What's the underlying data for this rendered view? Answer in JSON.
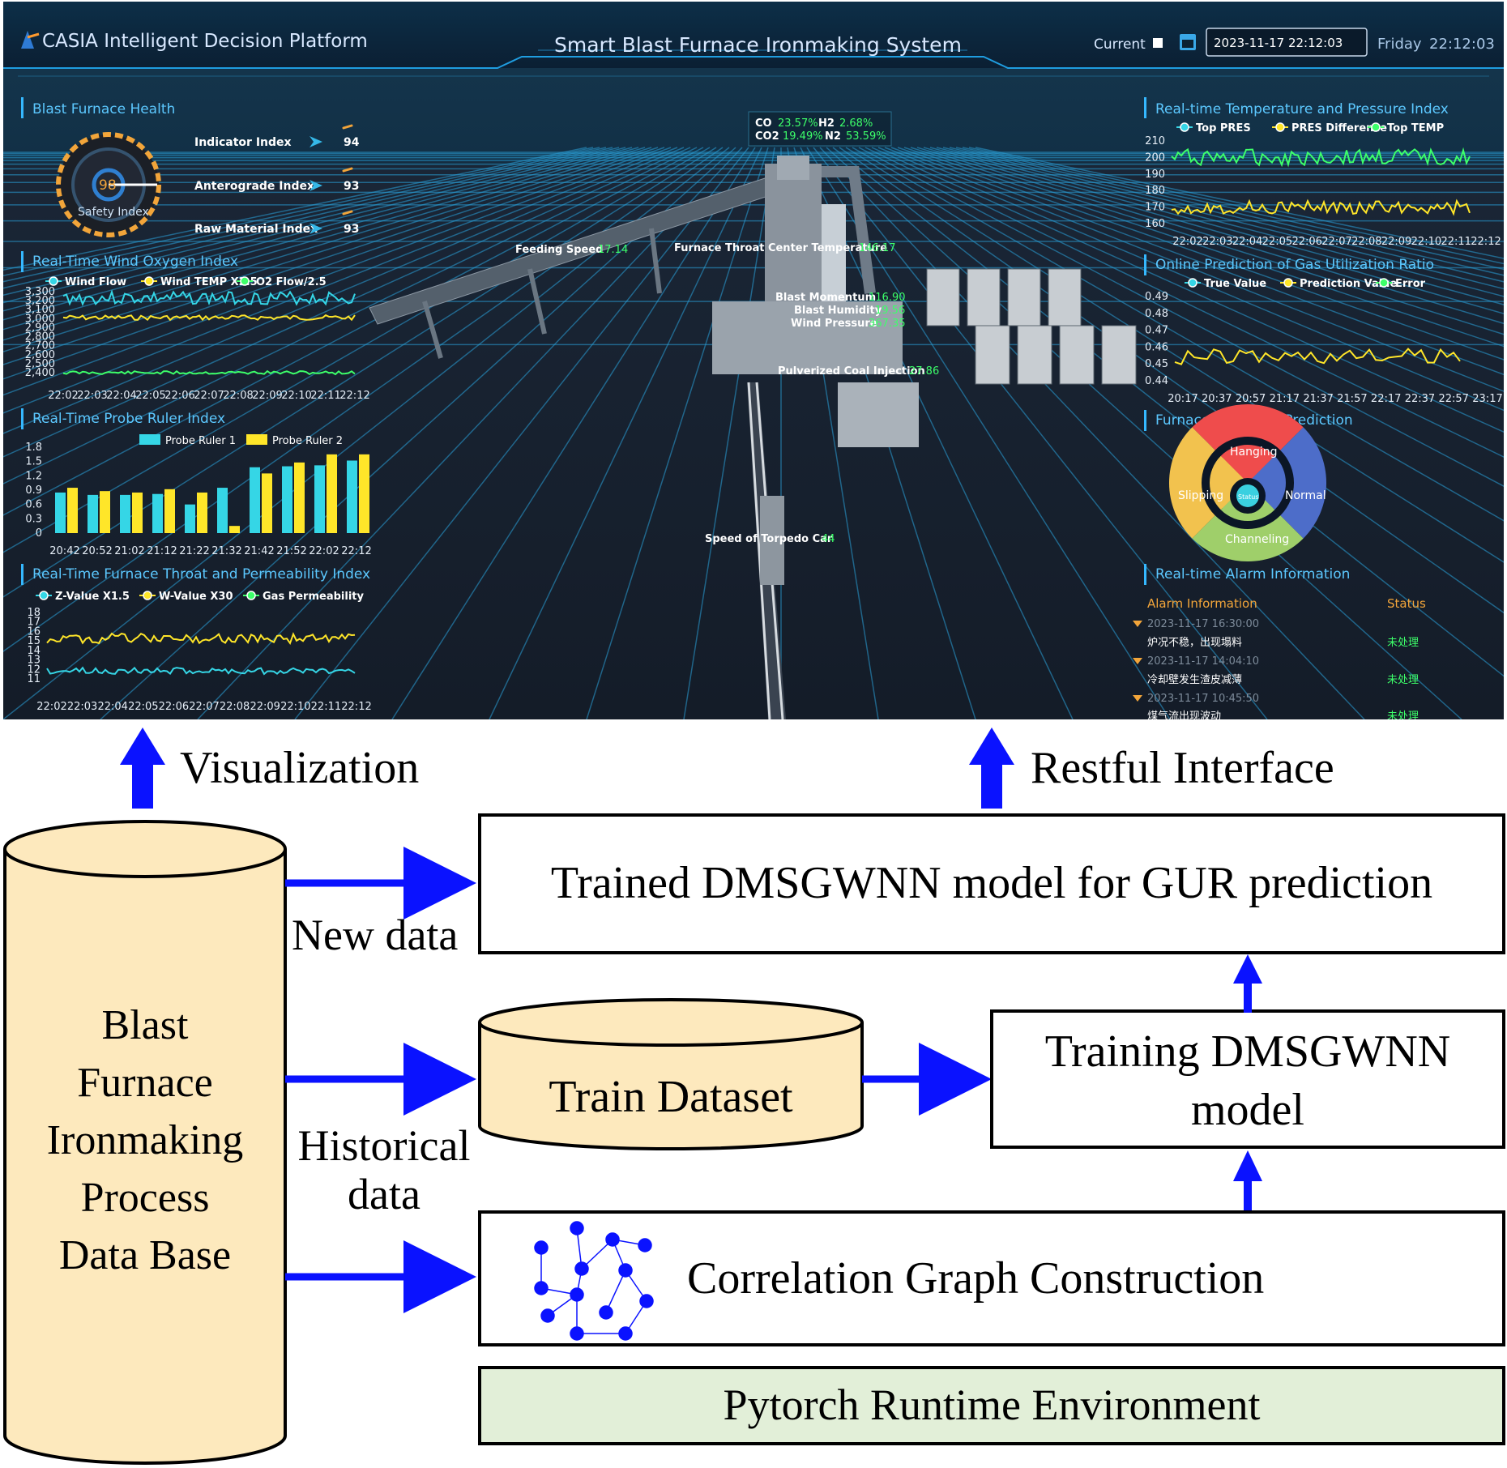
{
  "colors": {
    "dashboard_bg": "#0b1626",
    "panel_title": "#5cc8ff",
    "green": "#3dff6a",
    "yellow": "#ffe629",
    "cyan": "#35d6e6",
    "arrow_blue": "#0a12ff",
    "db_fill": "#fde9bd",
    "env_fill": "#e2efd8"
  },
  "dashboard": {
    "platform_title": "CASIA Intelligent Decision Platform",
    "system_title": "Smart Blast Furnace Ironmaking System",
    "current_label": "Current",
    "datetime_value": "2023-11-17 22:12:03",
    "weekday": "Friday",
    "clock": "22:12:03",
    "health": {
      "title": "Blast Furnace Health",
      "gauge_value": "98",
      "gauge_label": "Safety Index",
      "indices": [
        {
          "label": "Indicator Index",
          "value": "94"
        },
        {
          "label": "Anterograde Index",
          "value": "93"
        },
        {
          "label": "Raw Material Index",
          "value": "93"
        }
      ]
    },
    "wind": {
      "title": "Real-Time Wind Oxygen Index",
      "legend": [
        "Wind Flow",
        "Wind TEMP X2.5",
        "O2 Flow/2.5"
      ],
      "y_ticks": [
        "3,300",
        "3,200",
        "3,100",
        "3,000",
        "2,900",
        "2,800",
        "2,700",
        "2,600",
        "2,500",
        "2,400"
      ],
      "x_ticks": [
        "22:02",
        "22:03",
        "22:04",
        "22:05",
        "22:06",
        "22:07",
        "22:08",
        "22:09",
        "22:10",
        "22:11",
        "22:12"
      ]
    },
    "probe": {
      "title": "Real-Time Probe Ruler Index",
      "legend": [
        "Probe Ruler 1",
        "Probe Ruler 2"
      ],
      "y_ticks": [
        "1.8",
        "1.5",
        "1.2",
        "0.9",
        "0.6",
        "0.3",
        "0"
      ],
      "x_ticks": [
        "20:42",
        "20:52",
        "21:02",
        "21:12",
        "21:22",
        "21:32",
        "21:42",
        "21:52",
        "22:02",
        "22:12"
      ],
      "ruler1": [
        0.85,
        0.8,
        0.8,
        0.82,
        0.6,
        0.95,
        1.38,
        1.4,
        1.42,
        1.52
      ],
      "ruler2": [
        0.95,
        0.88,
        0.85,
        0.92,
        0.85,
        0.15,
        1.25,
        1.48,
        1.65,
        1.65
      ]
    },
    "throat": {
      "title": "Real-Time Furnace Throat and Permeability Index",
      "legend": [
        "Z-Value X1.5",
        "W-Value X30",
        "Gas Permeability"
      ],
      "y_ticks": [
        "18",
        "17",
        "16",
        "15",
        "14",
        "13",
        "12",
        "11"
      ],
      "x_ticks": [
        "22:02",
        "22:03",
        "22:04",
        "22:05",
        "22:06",
        "22:07",
        "22:08",
        "22:09",
        "22:10",
        "22:11",
        "22:12"
      ]
    },
    "gas": {
      "co_label": "CO",
      "co_value": "23.57%",
      "h2_label": "H2",
      "h2_value": "2.68%",
      "co2_label": "CO2",
      "co2_value": "19.49%",
      "n2_label": "N2",
      "n2_value": "53.59%"
    },
    "scene_labels": [
      {
        "label": "Feeding Speed",
        "value": "17.14"
      },
      {
        "label": "Furnace Throat Center Temperature",
        "value": "146.17"
      },
      {
        "label": "Blast Momentum",
        "value": "116.90"
      },
      {
        "label": "Blast Humidity",
        "value": "19.56"
      },
      {
        "label": "Wind Pressure",
        "value": "367.35"
      },
      {
        "label": "Pulverized Coal Injection",
        "value": "27.86"
      },
      {
        "label": "Speed of Torpedo Car",
        "value": "44"
      }
    ],
    "temp_pressure": {
      "title": "Real-time Temperature and Pressure Index",
      "legend": [
        "Top PRES",
        "PRES Difference",
        "Top TEMP"
      ],
      "y_ticks": [
        "210",
        "200",
        "190",
        "180",
        "170",
        "160"
      ],
      "x_ticks": [
        "22:02",
        "22:03",
        "22:04",
        "22:05",
        "22:06",
        "22:07",
        "22:08",
        "22:09",
        "22:10",
        "22:11",
        "22:12"
      ]
    },
    "gur": {
      "title": "Online Prediction of Gas Utilization Ratio",
      "legend": [
        "True Value",
        "Prediction Value",
        "Error"
      ],
      "y_ticks": [
        "0.49",
        "0.48",
        "0.47",
        "0.46",
        "0.45",
        "0.44"
      ],
      "x_ticks": [
        "20:17",
        "20:37",
        "20:57",
        "21:17",
        "21:37",
        "21:57",
        "22:17",
        "22:37",
        "22:57",
        "23:17"
      ]
    },
    "condition": {
      "title": "Furnace Condition Prediction",
      "segments": [
        "Hanging",
        "Normal",
        "Channeling",
        "Slipping"
      ],
      "center": "Status"
    },
    "alarm": {
      "title": "Real-time Alarm Information",
      "header_info": "Alarm Information",
      "header_status": "Status",
      "rows": [
        {
          "time": "2023-11-17 16:30:00",
          "message": "炉况不稳，出现塌料",
          "status": "未处理"
        },
        {
          "time": "2023-11-17 14:04:10",
          "message": "冷却壁发生渣皮减薄",
          "status": "未处理"
        },
        {
          "time": "2023-11-17 10:45:50",
          "message": "煤气流出现波动",
          "status": "未处理"
        }
      ]
    }
  },
  "flow": {
    "visualization": "Visualization",
    "restful": "Restful Interface",
    "database": [
      "Blast",
      "Furnace",
      "Ironmaking",
      "Process",
      "Data Base"
    ],
    "new_data": "New data",
    "historical_data": [
      "Historical",
      "data"
    ],
    "trained_model": "Trained DMSGWNN model for GUR prediction",
    "train_dataset": "Train Dataset",
    "training_model": [
      "Training DMSGWNN",
      "model"
    ],
    "graph_construction": "Correlation Graph Construction",
    "runtime": "Pytorch Runtime Environment"
  }
}
